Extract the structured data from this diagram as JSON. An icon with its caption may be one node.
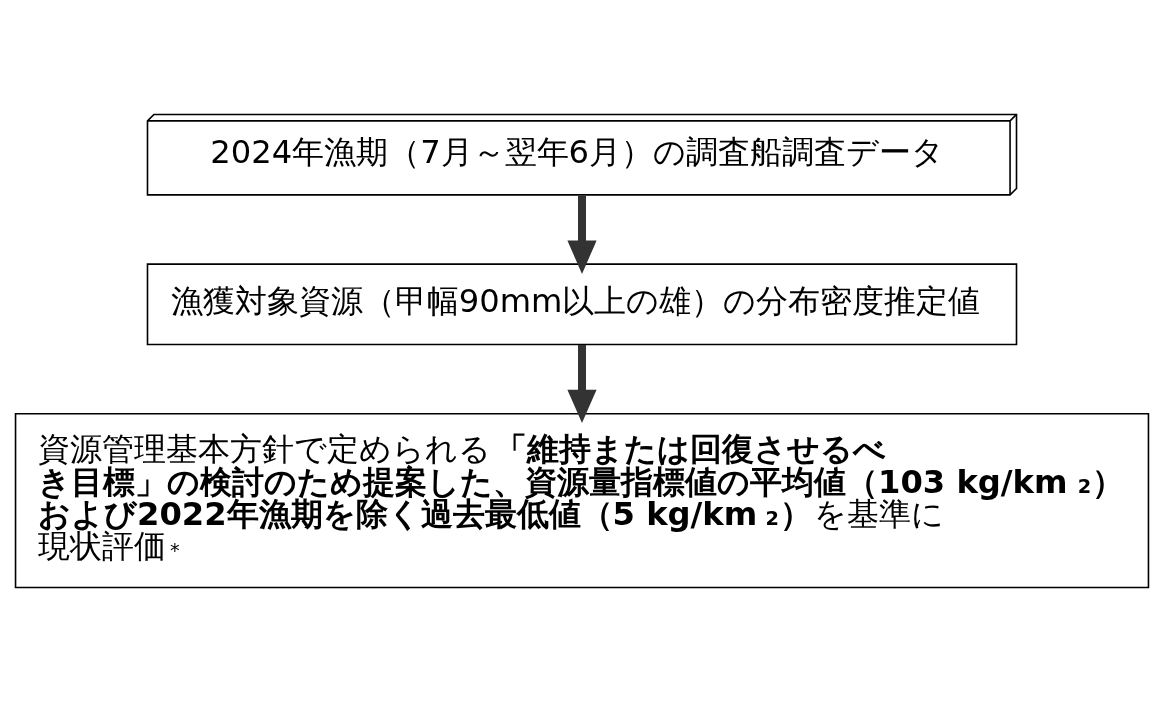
{
  "diagram": {
    "nodes": [
      {
        "text": [
          "2024年漁期（7月～翌年6月）の調査船調査データ"
        ]
      },
      {
        "text": [
          "漁獲対象資源（甲幅90mm以上の雄）の分布密度推定値"
        ]
      },
      {
        "text": [
          "資源管理基本方針で定められる**「維持または回復させるべき目標」の検討のため提案した、資源量指標値の平均値（103 kg/km$^{2}$）および2022年漁期を除く過去最低値（5 kg/km$^{2}$）**を基準に現状評価$^{*}$"
        ]
      }
    ],
    "edges": [
      {
        "from": 0,
        "to": 1,
        "arrow": "to"
      },
      {
        "from": 1,
        "to": 2,
        "arrow": "to"
      }
    ]
  }
}
